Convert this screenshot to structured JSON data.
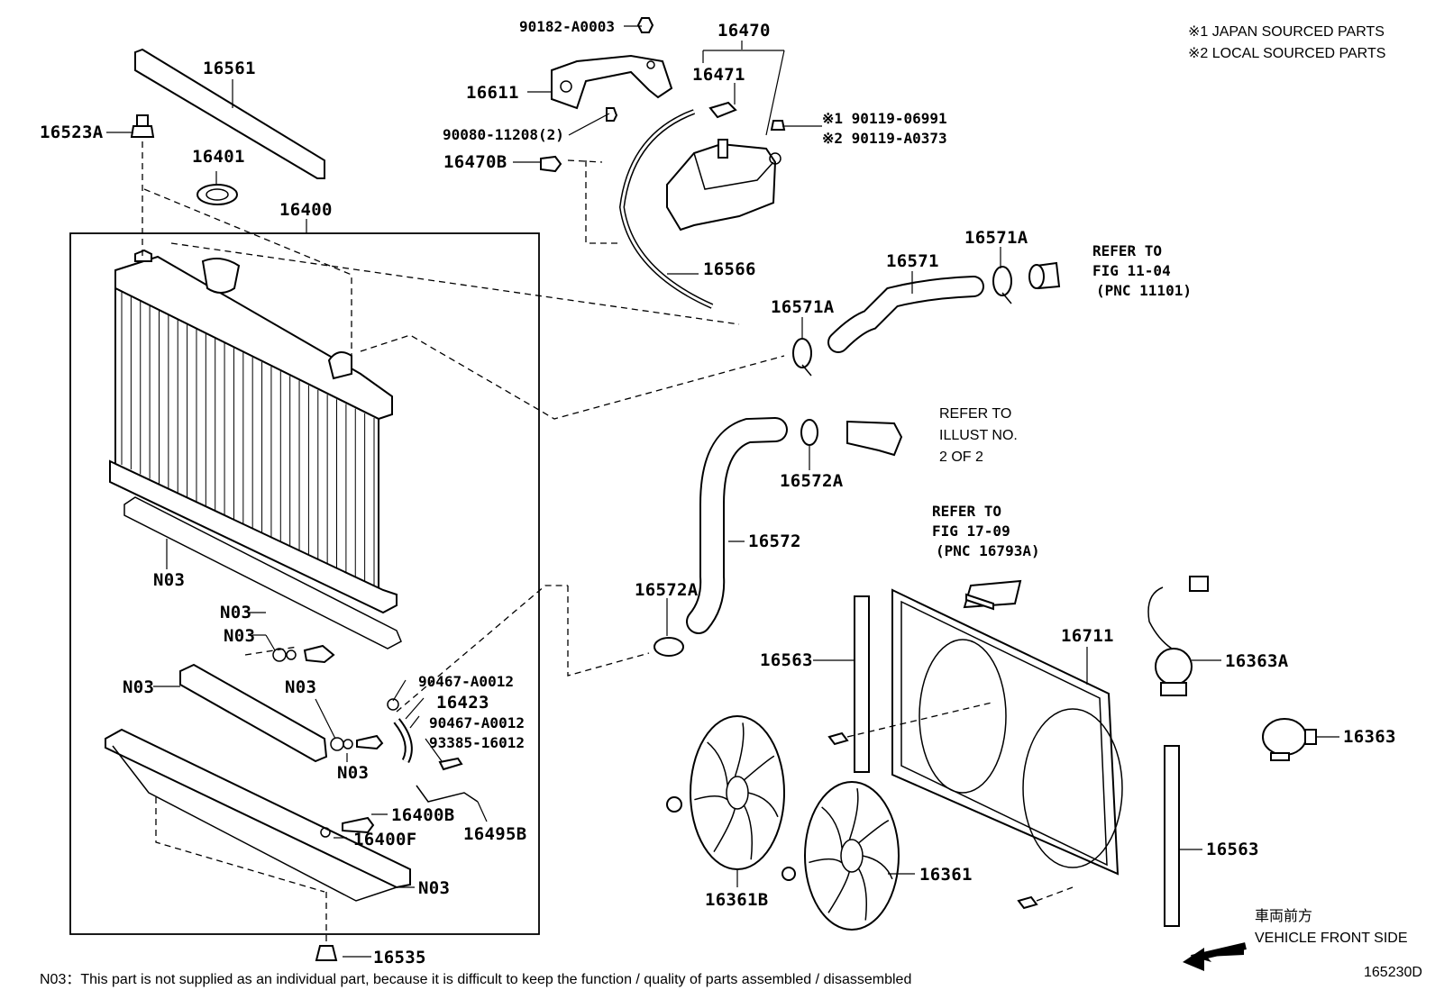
{
  "legend": {
    "japan": "※1 JAPAN SOURCED PARTS",
    "local": "※2 LOCAL SOURCED PARTS"
  },
  "parts": {
    "p90182": "90182-A0003",
    "p16470": "16470",
    "p16471": "16471",
    "p16611": "16611",
    "p16561": "16561",
    "p16523A": "16523A",
    "p90080": "90080-11208(2)",
    "p90119_1": "※1 90119-06991",
    "p90119_2": "※2 90119-A0373",
    "p16470B": "16470B",
    "p16401": "16401",
    "p16400": "16400",
    "p16566": "16566",
    "p16571A_top": "16571A",
    "p16571": "16571",
    "p16571A_left": "16571A",
    "p16572A_top": "16572A",
    "p16572": "16572",
    "p16572A_low": "16572A",
    "p16563_left": "16563",
    "p16711": "16711",
    "p16363A": "16363A",
    "p16363": "16363",
    "p16563_right": "16563",
    "p16361B": "16361B",
    "p16361": "16361",
    "pN03_a": "N03",
    "pN03_b": "N03",
    "pN03_c": "N03",
    "pN03_d": "N03",
    "pN03_e": "N03",
    "pN03_f": "N03",
    "pN03_g": "N03",
    "p90467_a": "90467-A0012",
    "p16423": "16423",
    "p90467_b": "90467-A0012",
    "p93385": "93385-16012",
    "p16400B": "16400B",
    "p16400F": "16400F",
    "p16495B": "16495B",
    "p16535": "16535"
  },
  "refs": {
    "r1": [
      "REFER TO",
      "FIG 11-04",
      "(PNC 11101)"
    ],
    "r2": [
      "REFER TO",
      "ILLUST NO.",
      "2 OF 2"
    ],
    "r3": [
      "REFER TO",
      "FIG 17-09",
      "(PNC 16793A)"
    ]
  },
  "direction": {
    "jp": "車両前方",
    "en": "VEHICLE FRONT SIDE"
  },
  "figure_code": "165230D",
  "footnote": "N03：This part is not supplied as an individual part, because it is difficult to keep the function / quality of parts assembled / disassembled"
}
